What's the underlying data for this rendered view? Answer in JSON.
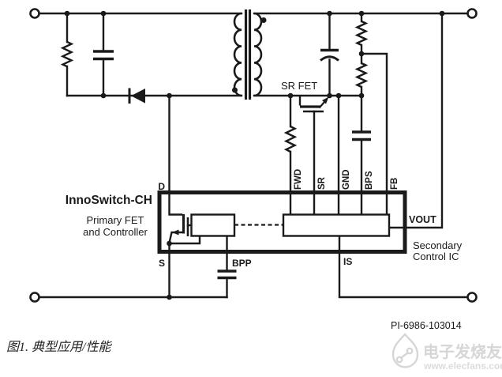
{
  "figure": {
    "caption": "图1.  典型应用/性能",
    "part_number": "PI-6986-103014"
  },
  "ic": {
    "name": "InnoSwitch-CH",
    "primary_line1": "Primary FET",
    "primary_line2": "and Controller",
    "secondary_line1": "Secondary",
    "secondary_line2": "Control IC"
  },
  "labels": {
    "sr_fet": "SR FET"
  },
  "pins": {
    "d": "D",
    "s": "S",
    "bpp": "BPP",
    "is": "IS",
    "vout": "VOUT",
    "fwd": "FWD",
    "sr": "SR",
    "gnd": "GND",
    "bps": "BPS",
    "fb": "FB"
  },
  "watermark": {
    "name": "电子发烧友",
    "url": "www.elecfans.com"
  },
  "colors": {
    "line": "#1a1a1a",
    "watermark": "#d6d6d6"
  }
}
